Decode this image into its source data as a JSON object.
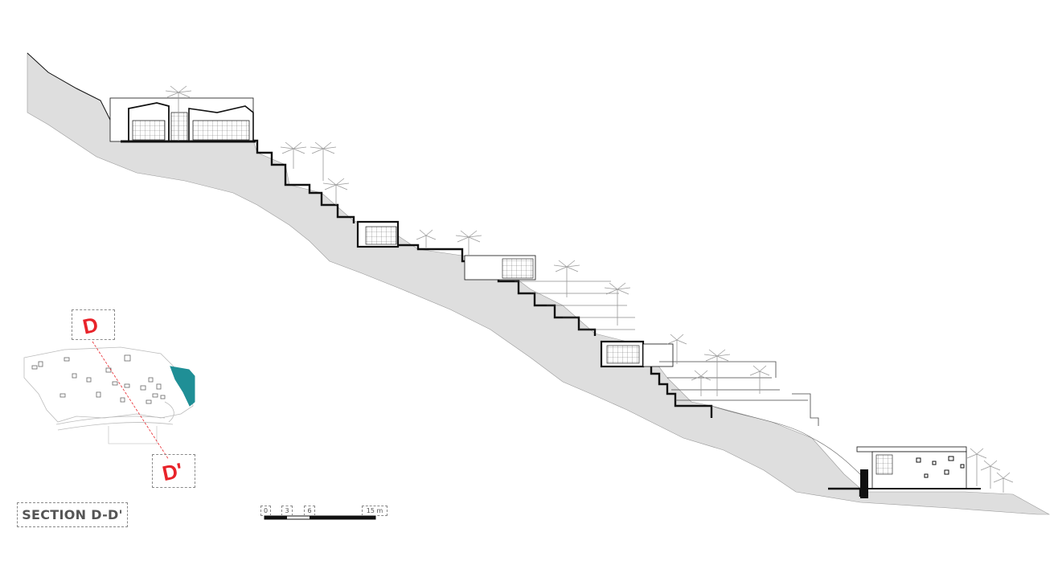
{
  "section_title": "SECTION D-D'",
  "key_plan": {
    "marker_start": "D",
    "marker_end": "D'",
    "cut_line_color": "#e8232a",
    "water_color": "#1f8f96"
  },
  "scale_bar": {
    "ticks": [
      "0",
      "3",
      "6",
      "15 m"
    ]
  },
  "colors": {
    "terrain": "#dedede",
    "line": "#111111",
    "marker": "#e8232a"
  }
}
